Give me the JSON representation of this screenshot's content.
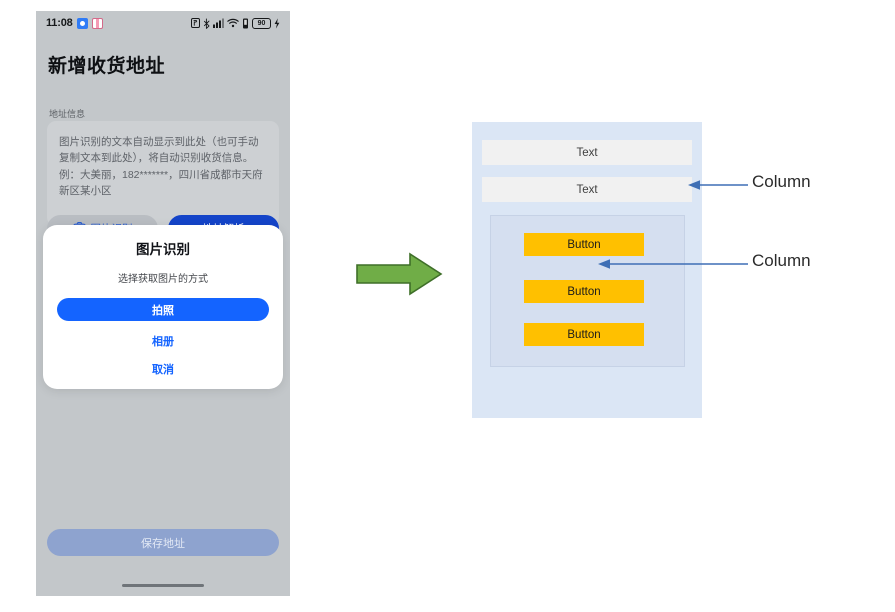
{
  "phone": {
    "statusbar": {
      "time": "11:08",
      "left_icons": [
        "camera-app-icon",
        "gallery-app-icon"
      ],
      "right_icons": [
        "notification-icon",
        "bluetooth-icon",
        "signal-bars-icon",
        "wifi-icon",
        "vibrate-icon"
      ],
      "battery_level": "90",
      "charging_icon": "charging-bolt-icon"
    },
    "title": "新增收货地址",
    "section_label": "地址信息",
    "address_placeholder": "图片识别的文本自动显示到此处（也可手动复制文本到此处），将自动识别收货信息。例：大美丽，182*******，四川省成都市天府新区某小区",
    "actions": {
      "image_recognize_label": "图片识别",
      "image_recognize_icon": "camera-icon",
      "address_parse_label": "地址解析"
    },
    "save_label": "保存地址",
    "dialog": {
      "title": "图片识别",
      "subtitle": "选择获取图片的方式",
      "camera_label": "拍照",
      "album_label": "相册",
      "cancel_label": "取消"
    }
  },
  "flow": {
    "arrow_icon": "green-right-arrow-icon",
    "arrow_color": "#70ad47",
    "arrow_border_color": "#3f6f29"
  },
  "diagram": {
    "outer_bg": "#dbe6f5",
    "inner_bg": "#d5dff0",
    "text_boxes": [
      {
        "label": "Text"
      },
      {
        "label": "Text"
      }
    ],
    "buttons": [
      {
        "label": "Button"
      },
      {
        "label": "Button"
      },
      {
        "label": "Button"
      }
    ],
    "button_color": "#ffc000",
    "text_box_color": "#f1f1f1",
    "callouts": [
      {
        "label": "Column",
        "arrow_color": "#3e6fb5"
      },
      {
        "label": "Column",
        "arrow_color": "#3e6fb5"
      }
    ]
  }
}
